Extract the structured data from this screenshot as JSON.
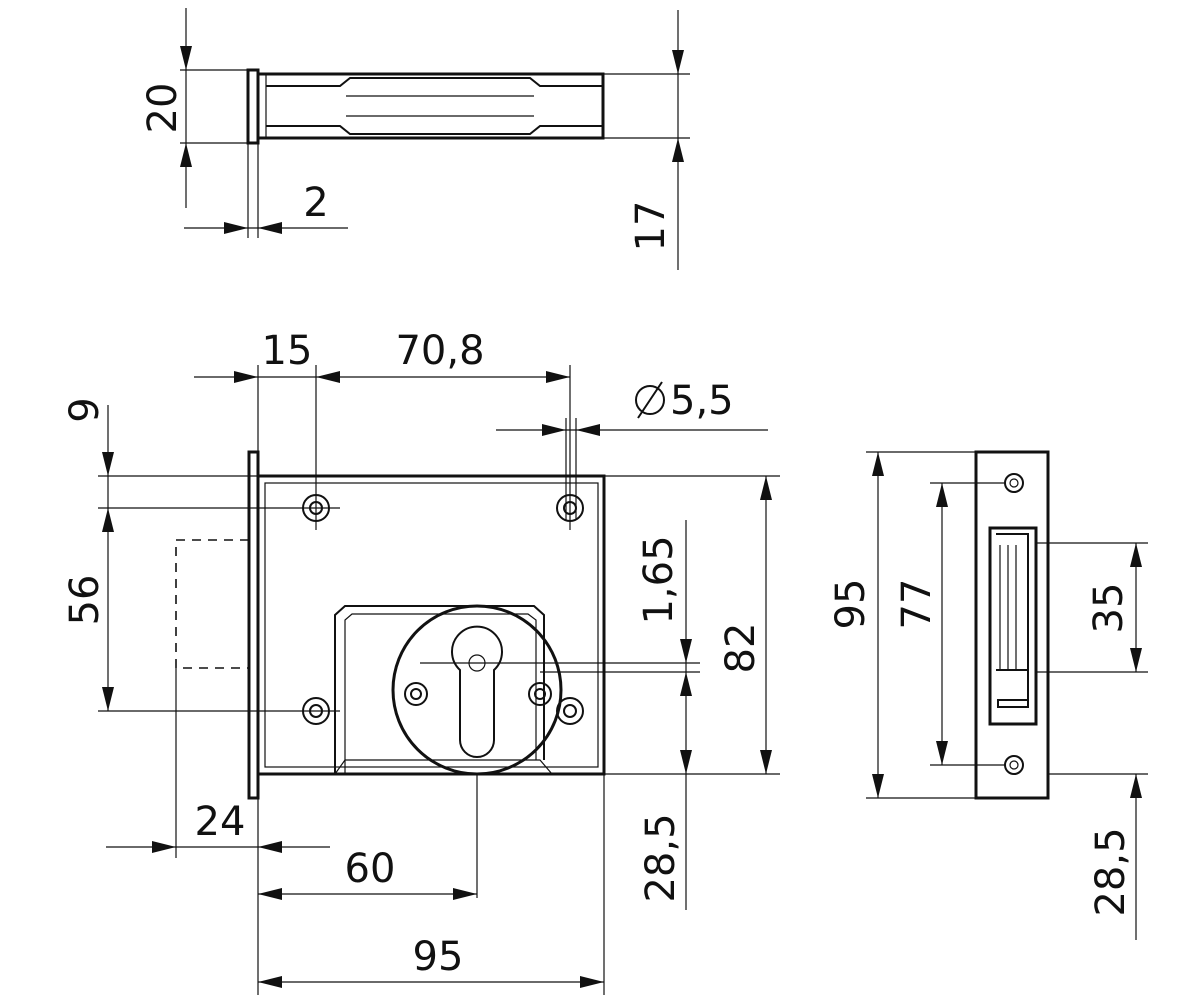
{
  "colors": {
    "line": "#111111",
    "background": "#ffffff"
  },
  "icons": {
    "diameter": "diameter-symbol"
  },
  "dimensions": {
    "top_height": "20",
    "top_flange": "2",
    "top_depth": "17",
    "bolt_spacing_x1": "15",
    "bolt_spacing_x2": "70,8",
    "hole_diameter": "5,5",
    "offset_top": "9",
    "bolt_spacing_y": "56",
    "step": "1,65",
    "body_height": "82",
    "backset_dashed": "24",
    "backset": "60",
    "body_width": "95",
    "cyl_offset": "28,5",
    "strike_height": "95",
    "strike_holes": "77",
    "strike_opening": "35",
    "strike_offset": "28,5"
  }
}
